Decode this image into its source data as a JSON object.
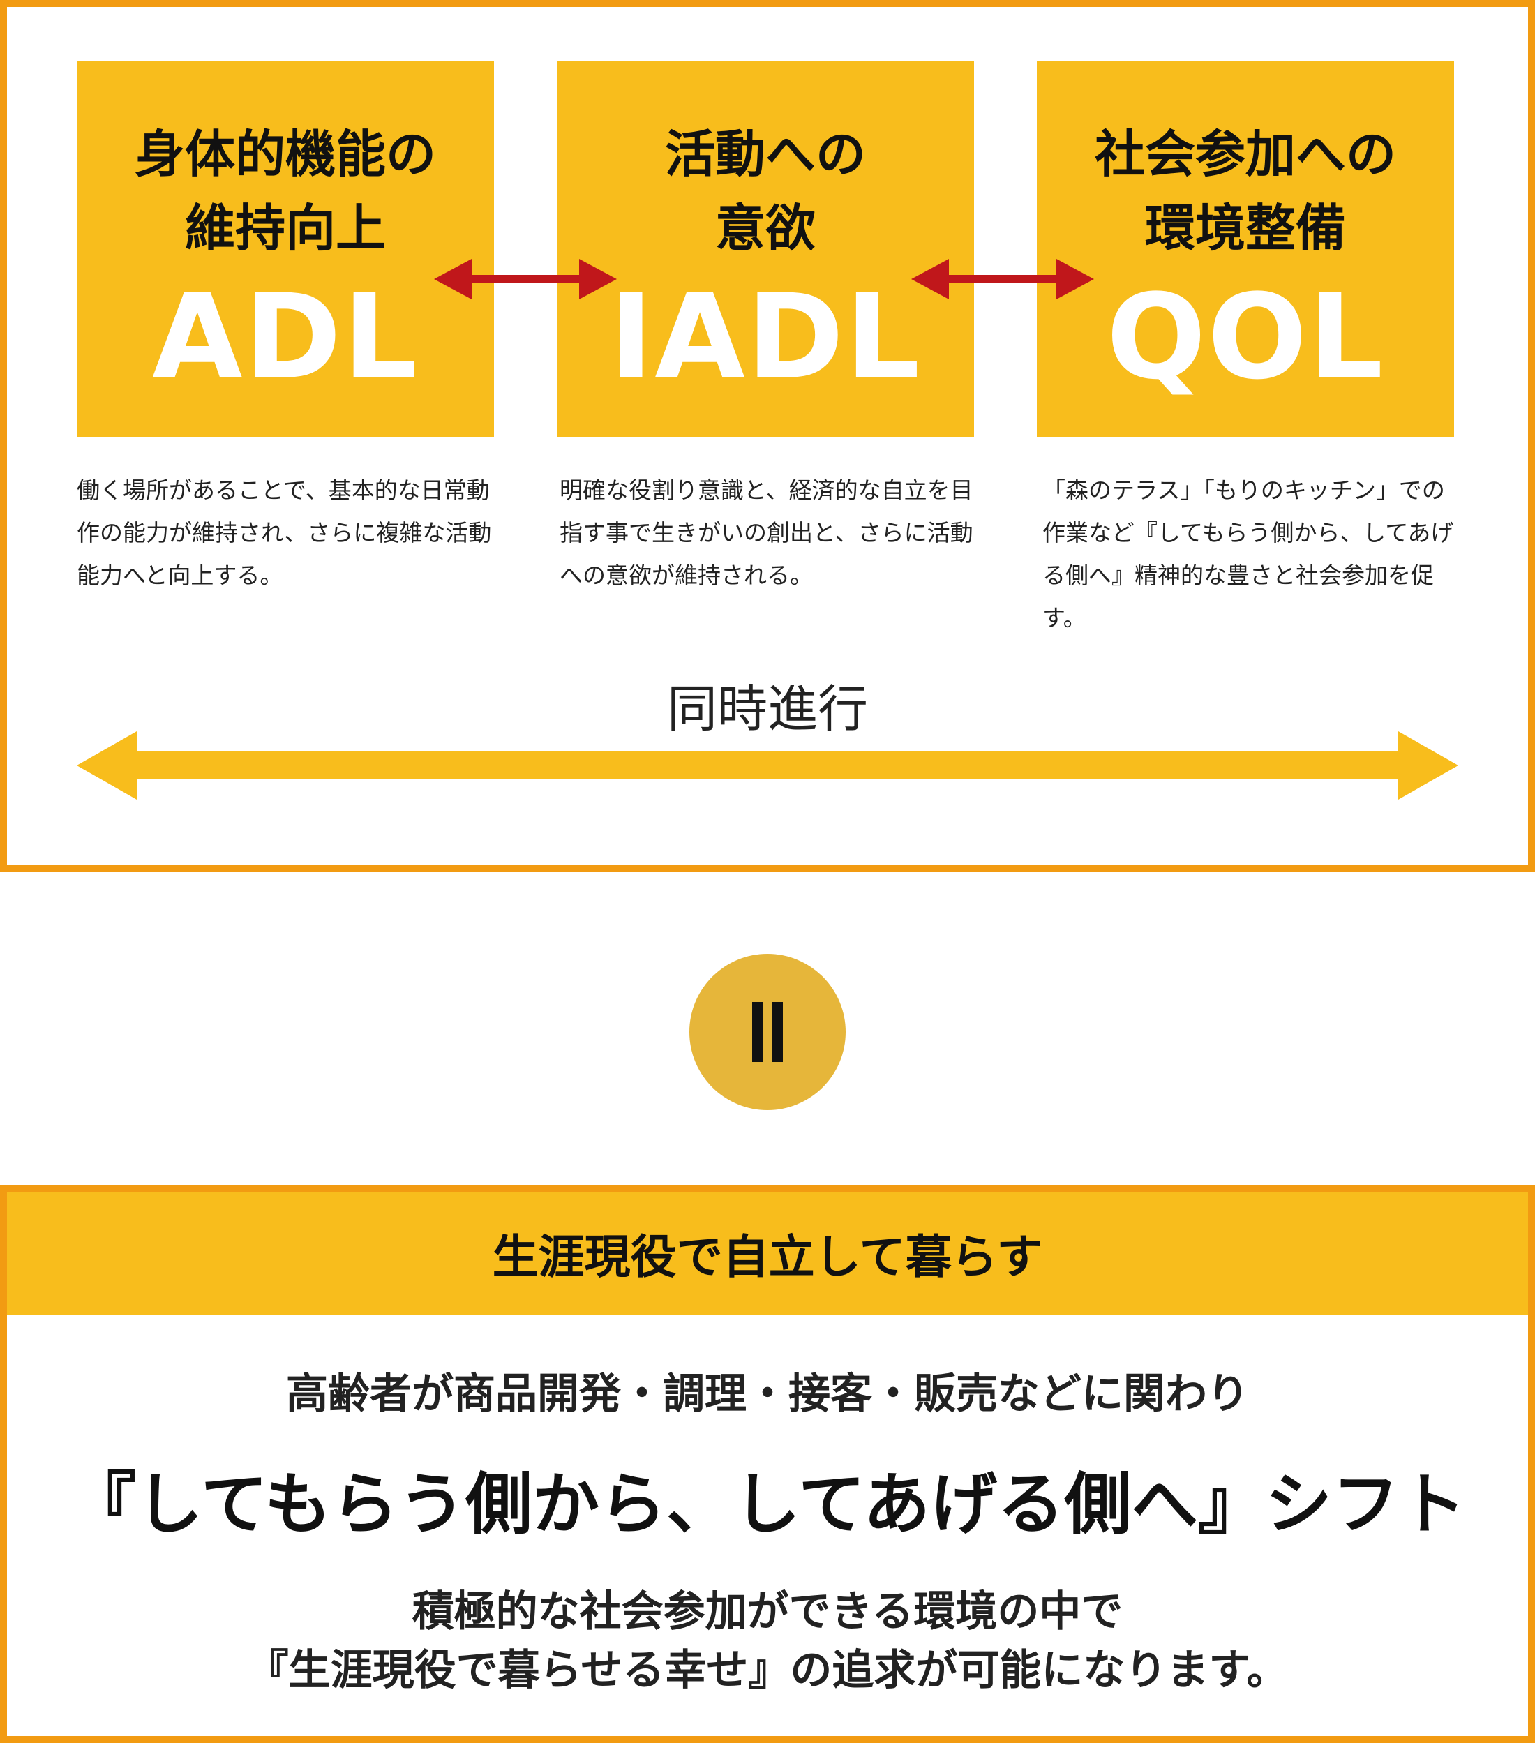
{
  "colors": {
    "card_fill": "#f8bd1c",
    "frame_border": "#f29b12",
    "red_arrow": "#c0171b",
    "yellow_arrow": "#f8bd1c",
    "circle_fill": "#e6b63a",
    "abbr_text": "#ffffff"
  },
  "cards": [
    {
      "title": "身体的機能の\n維持向上",
      "abbr": "ADL",
      "description": "働く場所があることで、基本的な日常動作の能力が維持され、さらに複雑な活動能力へと向上する。"
    },
    {
      "title": "活動への\n意欲",
      "abbr": "IADL",
      "description": "明確な役割り意識と、経済的な自立を目指す事で生きがいの創出と、さらに活動への意欲が維持される。"
    },
    {
      "title": "社会参加への\n環境整備",
      "abbr": "QOL",
      "description": "「森のテラス」「もりのキッチン」での作業など『してもらう側から、してあげる側へ』精神的な豊さと社会参加を促す。"
    }
  ],
  "connectors": [
    "double-arrow-red",
    "double-arrow-red"
  ],
  "simultaneous": {
    "label": "同時進行",
    "arrow": "double-arrow-yellow"
  },
  "equals_icon": "equals-icon",
  "result": {
    "header": "生涯現役で自立して暮らす",
    "line1": "高齢者が商品開発・調理・接客・販売などに関わり",
    "slogan": "『してもらう側から、してあげる側へ』シフト",
    "line2a": "積極的な社会参加ができる環境の中で",
    "line2b": "『生涯現役で暮らせる幸せ』の追求が可能になります。"
  }
}
